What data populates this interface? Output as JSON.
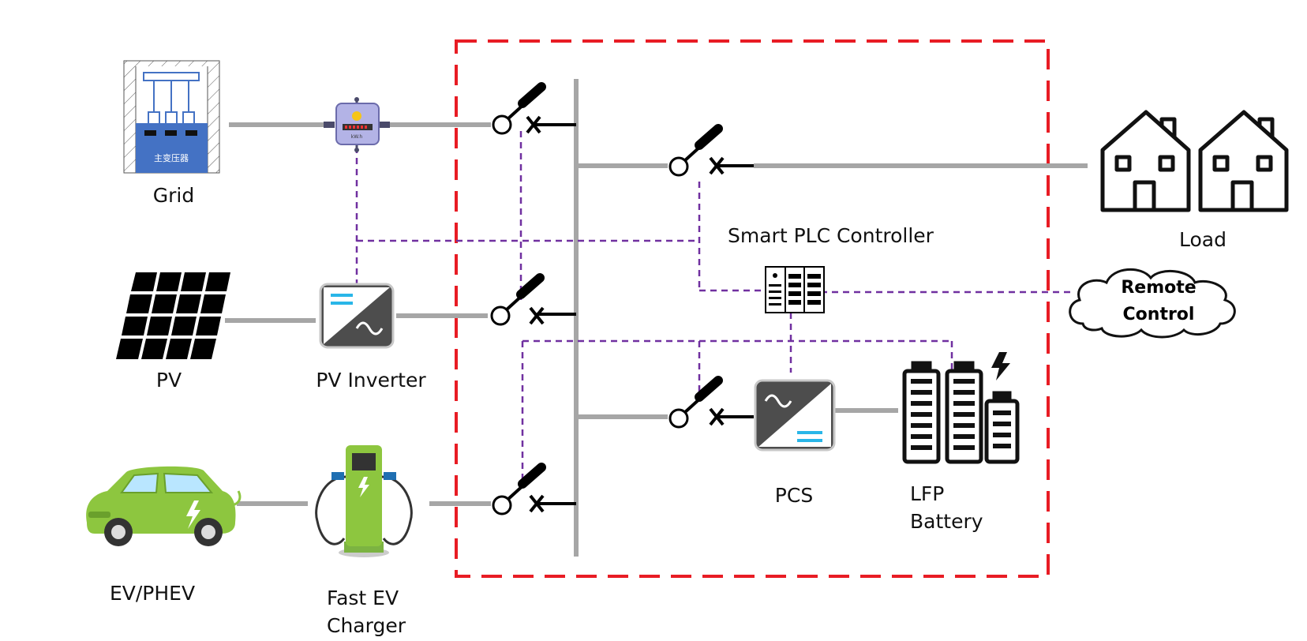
{
  "labels": {
    "grid": "Grid",
    "pv": "PV",
    "pv_inverter": "PV Inverter",
    "ev": "EV/PHEV",
    "charger_line1": "Fast EV",
    "charger_line2": "Charger",
    "plc": "Smart PLC Controller",
    "load": "Load",
    "remote_line1": "Remote",
    "remote_line2": "Control",
    "pcs": "PCS",
    "battery_line1": "LFP",
    "battery_line2": "Battery",
    "transformer_text": "主变压器",
    "meter_text": "kW.h"
  },
  "colors": {
    "power_line": "#a6a6a6",
    "busbar": "#a6a6a6",
    "signal_line": "#7030a0",
    "boundary": "#e81c24",
    "icon": "#111111",
    "transformer": "#4472c4",
    "ev_green": "#8dc63f",
    "inverter_fill": "#4d4d4d",
    "inverter_accent": "#29b6e8"
  },
  "icons": {
    "grid": "transformer-icon",
    "meter": "energy-meter-icon",
    "pv": "solar-panel-icon",
    "inverter": "inverter-icon",
    "ev": "electric-car-icon",
    "charger": "ev-charger-icon",
    "breaker": "circuit-breaker-icon",
    "plc": "plc-controller-icon",
    "load": "house-icon",
    "cloud": "cloud-icon",
    "battery": "battery-icon"
  }
}
